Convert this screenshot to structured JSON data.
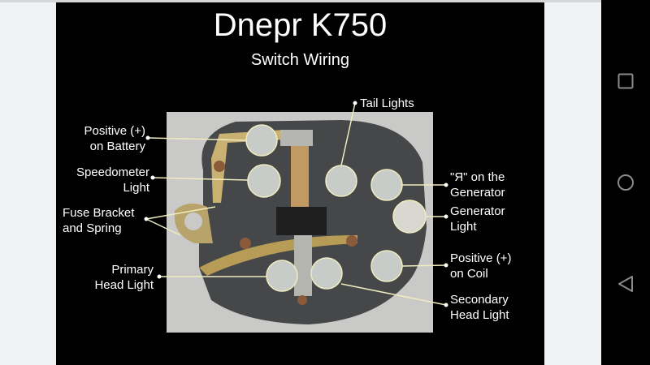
{
  "image": {
    "title": "Dnepr K750",
    "subtitle": "Switch Wiring",
    "labels": {
      "positive_battery": [
        "Positive (+)",
        "on Battery"
      ],
      "speedometer": [
        "Speedometer",
        "Light"
      ],
      "fuse": [
        "Fuse Bracket",
        "and Spring"
      ],
      "primary": [
        "Primary",
        "Head Light"
      ],
      "tail": "Tail Lights",
      "ya_generator": [
        "\"Я\" on the",
        "Generator"
      ],
      "generator_light": [
        "Generator",
        "Light"
      ],
      "positive_coil": [
        "Positive (+)",
        "on Coil"
      ],
      "secondary": [
        "Secondary",
        "Head Light"
      ]
    }
  },
  "navbar": {
    "icons": [
      "recents-icon",
      "home-icon",
      "back-icon"
    ]
  },
  "colors": {
    "background": "#000000",
    "annotation": "#f0ecc0",
    "nav_icon": "#8a8a8a"
  }
}
